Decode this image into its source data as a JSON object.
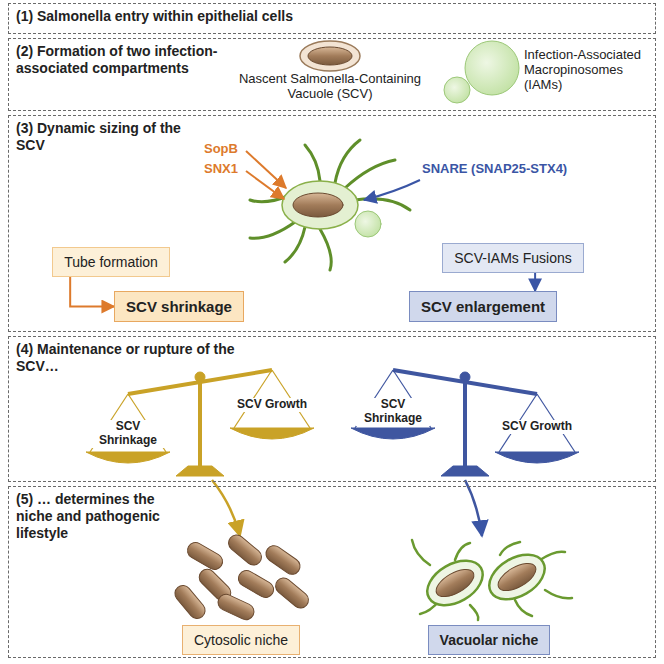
{
  "diagram": {
    "nodes": [
      {
        "text": [
          "(1) Salmonella entry within epithelial cells"
        ]
      },
      {
        "text": [
          "(2) Formation of two infection-associated compartments"
        ]
      },
      {
        "text": [
          "(3) Dynamic sizing of the SCV"
        ]
      },
      {
        "text": [
          "Tube formation"
        ],
        "in": 2
      },
      {
        "text": [
          "SCV shrinkage"
        ],
        "in": 2
      },
      {
        "text": [
          "SCV-IAMs Fusions"
        ],
        "in": 2
      },
      {
        "text": [
          "SCV enlargement"
        ],
        "in": 2
      },
      {
        "text": [
          "(4) Maintenance or rupture of the SCV…"
        ]
      },
      {
        "text": [
          "(5) … determines the niche and pathogenic lifestyle"
        ]
      },
      {
        "text": [
          "Cytosolic niche"
        ],
        "in": 8
      },
      {
        "text": [
          "Vacuolar niche"
        ],
        "in": 8
      }
    ],
    "edges": [
      {
        "from": 3,
        "to": 4,
        "arrow": "to"
      },
      {
        "from": 5,
        "to": 6,
        "arrow": "to"
      }
    ],
    "labels": [
      "Nascent Salmonella-Containing Vacuole (SCV)",
      "Infection-Associated Macropinosomes (IAMs)",
      "SopB",
      "SNX1",
      "SNARE (SNAP25-STX4)",
      "SCV Shrinkage",
      "SCV Growth",
      "SCV Shrinkage",
      "SCV Growth"
    ]
  }
}
